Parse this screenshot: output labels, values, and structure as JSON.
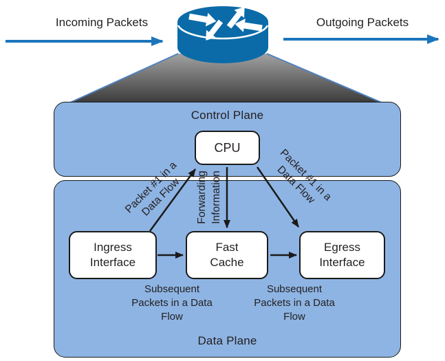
{
  "top_bar": {
    "incoming_label": "Incoming Packets",
    "outgoing_label": "Outgoing Packets"
  },
  "control_plane": {
    "title": "Control Plane",
    "cpu_label": "CPU"
  },
  "data_plane": {
    "title": "Data Plane",
    "ingress_label": "Ingress\nInterface",
    "fast_cache_label": "Fast\nCache",
    "egress_label": "Egress\nInterface",
    "subsequent_left_label": "Subsequent\nPackets in a Data\nFlow",
    "subsequent_right_label": "Subsequent\nPackets in a Data\nFlow"
  },
  "flow_annotations": {
    "packet1_left_label": "Packet #1 in a\nData Flow",
    "packet1_right_label": "Packet #1 in a\nData Flow",
    "forwarding_label": "Forwarding\nInformation"
  },
  "icons": {
    "router": "cisco-router-icon"
  },
  "colors": {
    "plane_fill": "#8eb4e3",
    "arrow_blue": "#1b75bc",
    "router_blue": "#0a6ba8",
    "text": "#231f20",
    "line": "#1a1a1a",
    "funnel_top": "#a2a2a2",
    "funnel_bottom": "#3a3a3a",
    "funnel_edge": "#4f81c0"
  }
}
